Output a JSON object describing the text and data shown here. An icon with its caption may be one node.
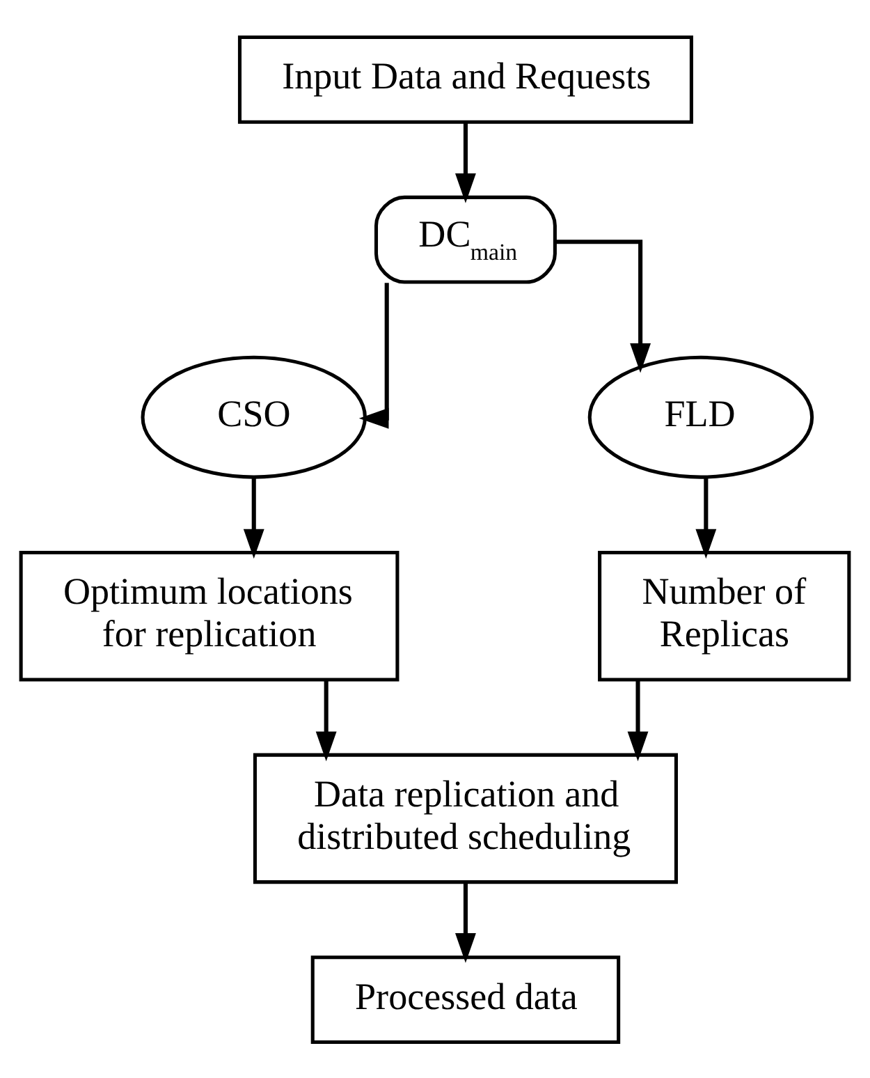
{
  "diagram": {
    "nodes": [
      {
        "text": [
          "Input Data and Requests"
        ]
      },
      {
        "text": [
          "DC$_{main}$"
        ]
      },
      {
        "text": [
          "CSO"
        ]
      },
      {
        "text": [
          "FLD"
        ]
      },
      {
        "text": [
          "Optimum locations for replication"
        ]
      },
      {
        "text": [
          "Number of Replicas"
        ]
      },
      {
        "text": [
          "Data replication and distributed scheduling"
        ]
      },
      {
        "text": [
          "Processed data"
        ]
      }
    ],
    "edges": [
      {
        "from": 0,
        "to": 1,
        "arrow": "to"
      },
      {
        "from": 1,
        "to": 2,
        "arrow": "to"
      },
      {
        "from": 1,
        "to": 3,
        "arrow": "to"
      },
      {
        "from": 2,
        "to": 4,
        "arrow": "to"
      },
      {
        "from": 3,
        "to": 5,
        "arrow": "to"
      },
      {
        "from": 4,
        "to": 6,
        "arrow": "to"
      },
      {
        "from": 5,
        "to": 6,
        "arrow": "to"
      },
      {
        "from": 6,
        "to": 7,
        "arrow": "to"
      }
    ]
  }
}
